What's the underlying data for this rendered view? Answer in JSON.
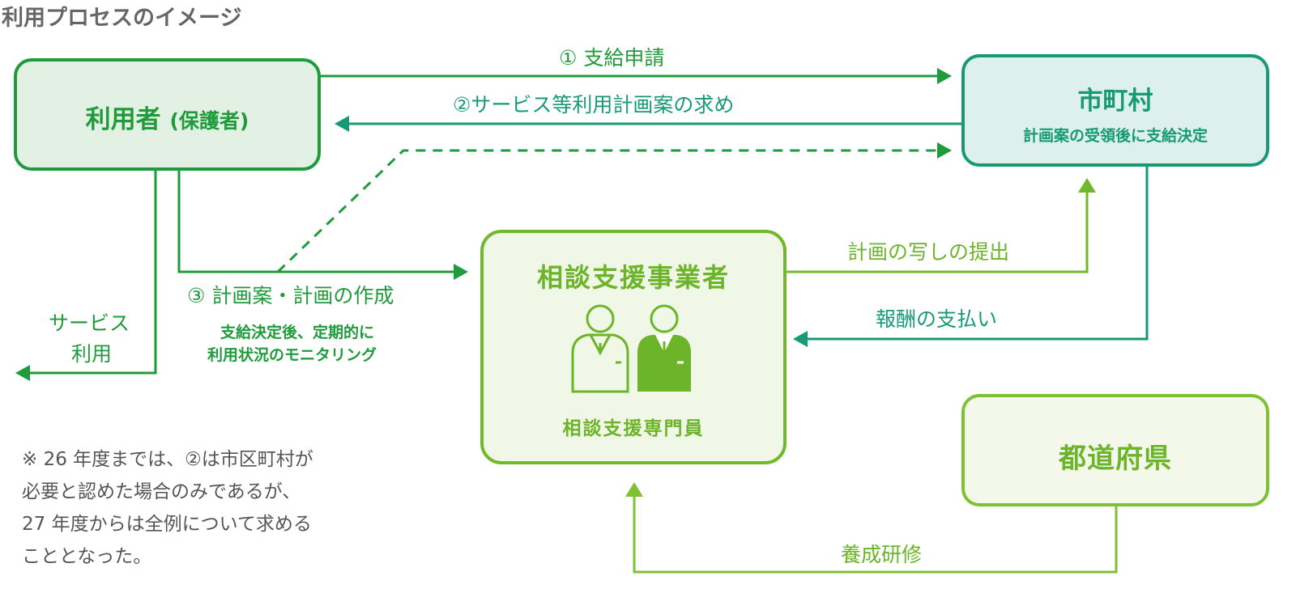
{
  "title": "利用プロセスのイメージ",
  "colors": {
    "user_green": "#1f9b3b",
    "city_teal": "#179a74",
    "consult_lime": "#6cb42a",
    "note_gray": "#555555"
  },
  "nodes": {
    "user": {
      "label": "利用者",
      "label_sub": "(保護者)"
    },
    "city": {
      "label": "市町村",
      "sub": "計画案の受領後に支給決定"
    },
    "consult": {
      "label": "相談支援事業者",
      "sub": "相談支援専門員",
      "icon": "two-staff-icon"
    },
    "pref": {
      "label": "都道府県"
    }
  },
  "edges": {
    "apply": "① 支給申請",
    "request_plan": "②サービス等利用計画案の求め",
    "create_plan": "③ 計画案・計画の作成",
    "monitoring_line1": "支給決定後、定期的に",
    "monitoring_line2": "利用状況のモニタリング",
    "service_use_line1": "サービス",
    "service_use_line2": "利用",
    "submit_copy": "計画の写しの提出",
    "payment": "報酬の支払い",
    "training": "養成研修"
  },
  "note": {
    "lines": [
      "※ 26 年度までは、②は市区町村が",
      "必要と認めた場合のみであるが、",
      "27 年度からは全例について求める",
      "こととなった。"
    ]
  }
}
